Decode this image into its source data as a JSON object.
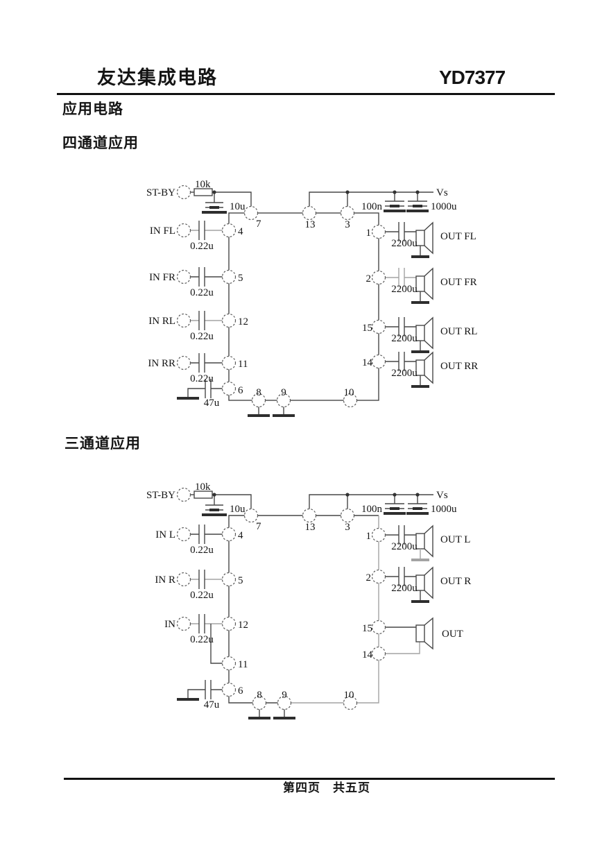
{
  "header": {
    "brand": "友达集成电路",
    "part_number": "YD7377"
  },
  "section_title": "应用电路",
  "footer": {
    "page_info": "第四页　共五页"
  },
  "colors": {
    "paper": "#ffffff",
    "ink": "#141414",
    "wire": "#474747",
    "wire_faded": "#a3a3a3"
  },
  "four_channel": {
    "heading": "四通道应用",
    "standby_label": "ST-BY",
    "standby_resistor": "10k",
    "standby_cap": "10u",
    "supply_label": "Vs",
    "supply_cap_small": "100n",
    "supply_cap_large": "1000u",
    "bypass_cap": "47u",
    "pins": {
      "p7": "7",
      "p13": "13",
      "p3": "3",
      "p6": "6",
      "p8": "8",
      "p9": "9",
      "p10": "10"
    },
    "inputs": [
      {
        "label": "IN FL",
        "cap": "0.22u",
        "pin": "4"
      },
      {
        "label": "IN FR",
        "cap": "0.22u",
        "pin": "5"
      },
      {
        "label": "IN RL",
        "cap": "0.22u",
        "pin": "12"
      },
      {
        "label": "IN RR",
        "cap": "0.22u",
        "pin": "11"
      }
    ],
    "outputs": [
      {
        "pin": "1",
        "cap": "2200u",
        "label": "OUT FL"
      },
      {
        "pin": "2",
        "cap": "2200u",
        "label": "OUT FR"
      },
      {
        "pin": "15",
        "cap": "2200u",
        "label": "OUT RL"
      },
      {
        "pin": "14",
        "cap": "2200u",
        "label": "OUT RR"
      }
    ]
  },
  "three_channel": {
    "heading": "三通道应用",
    "standby_label": "ST-BY",
    "standby_resistor": "10k",
    "standby_cap": "10u",
    "supply_label": "Vs",
    "supply_cap_small": "100n",
    "supply_cap_large": "1000u",
    "bypass_cap": "47u",
    "pins": {
      "p7": "7",
      "p13": "13",
      "p3": "3",
      "p6": "6",
      "p8": "8",
      "p9": "9",
      "p10": "10"
    },
    "inputs": [
      {
        "label": "IN L",
        "cap": "0.22u",
        "pin": "4"
      },
      {
        "label": "IN R",
        "cap": "0.22u",
        "pin": "5"
      },
      {
        "label": "IN",
        "cap": "0.22u",
        "pin": "12"
      },
      {
        "pin": "11"
      }
    ],
    "outputs": [
      {
        "pin": "1",
        "cap": "2200u",
        "label": "OUT L"
      },
      {
        "pin": "2",
        "cap": "2200u",
        "label": "OUT R"
      },
      {
        "pin_top": "15",
        "pin_bottom": "14",
        "label": "OUT"
      }
    ]
  }
}
